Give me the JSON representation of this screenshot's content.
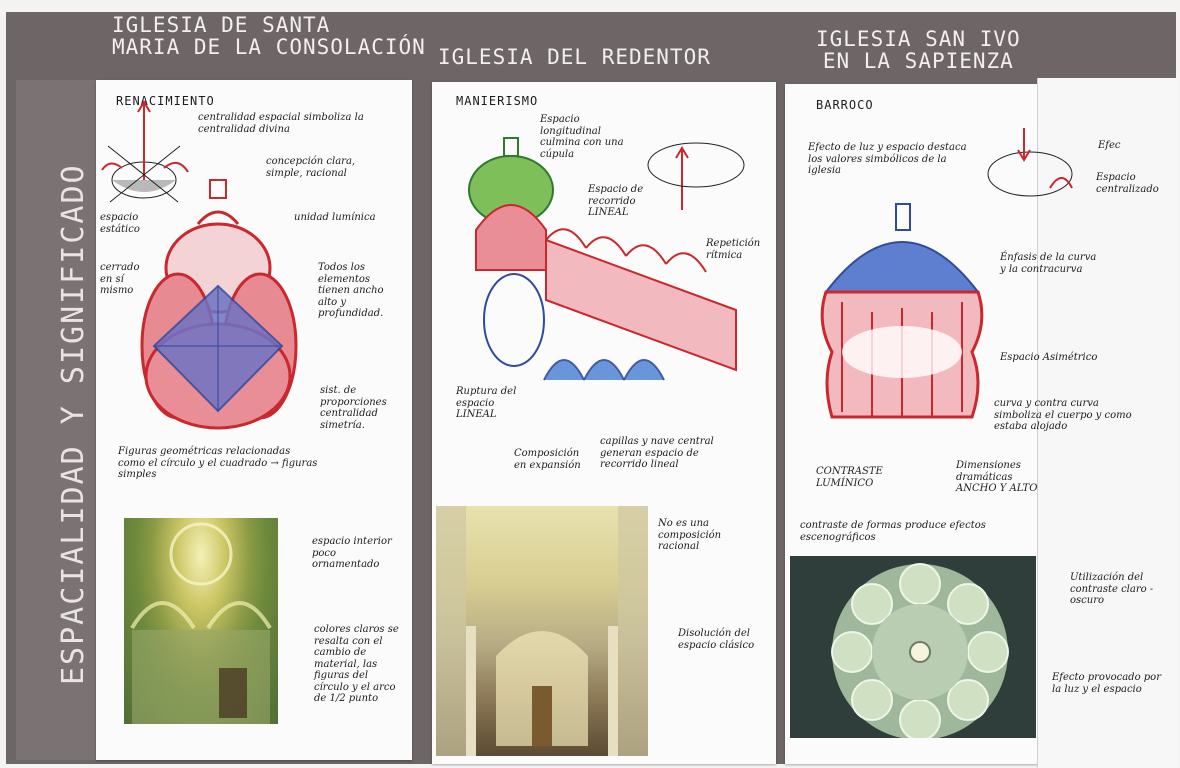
{
  "side_title": "ESPACIALIDAD Y SIGNIFICADO",
  "columns": [
    {
      "title_line1": "IGLESIA DE SANTA",
      "title_line2": "MARIA DE LA CONSOLACIÓN",
      "style": "RENACIMIENTO",
      "notes": {
        "a": "centralidad espacial simboliza la centralidad divina",
        "b": "concepción clara, simple, racional",
        "c": "espacio estático",
        "d": "cerrado en sí mismo",
        "e": "unidad lumínica",
        "f": "Todos los elementos tienen ancho alto y profundidad.",
        "g": "sist. de proporciones centralidad simetría.",
        "h": "Figuras geométricas relacionadas como el círculo y el cuadrado → figuras simples",
        "i": "espacio interior poco ornamentado",
        "j": "colores claros se resalta con el cambio de material, las figuras del círculo y el arco de 1/2 punto"
      }
    },
    {
      "title": "IGLESIA DEL REDENTOR",
      "style": "MANIERISMO",
      "notes": {
        "a": "Espacio longitudinal culmina con una cúpula",
        "b": "Espacio de recorrido LINEAL",
        "c": "Repetición rítmica",
        "d": "Ruptura del espacio LINEAL",
        "e": "Composición en expansión",
        "f": "capillas y nave central generan espacio de recorrido lineal",
        "g": "No es una composición racional",
        "h": "Disolución del espacio clásico"
      }
    },
    {
      "title_line1": "IGLESIA SAN IVO",
      "title_line2": "EN LA SAPIENZA",
      "style": "BARROCO",
      "notes": {
        "a": "Efecto de luz y espacio destaca los valores simbólicos de la iglesia",
        "b": "Efec",
        "c": "Espacio centralizado",
        "d": "Énfasis de la curva y la contracurva",
        "e": "Espacio Asimétrico",
        "f": "curva y contra curva simboliza el cuerpo y como estaba alojado",
        "g": "CONTRASTE LUMÍNICO",
        "h": "Dimensiones dramáticas ANCHO Y ALTO",
        "i": "contraste de formas produce efectos escenográficos",
        "j": "Utilización del contraste claro - oscuro",
        "k": "Efecto provocado por la luz y el espacio"
      }
    }
  ],
  "colors": {
    "board": "#6e6567",
    "paper": "#fbfbfb",
    "ink_red": "#c8282e",
    "ink_blue": "#2f4a9e",
    "ink_green": "#4c9a3a"
  }
}
